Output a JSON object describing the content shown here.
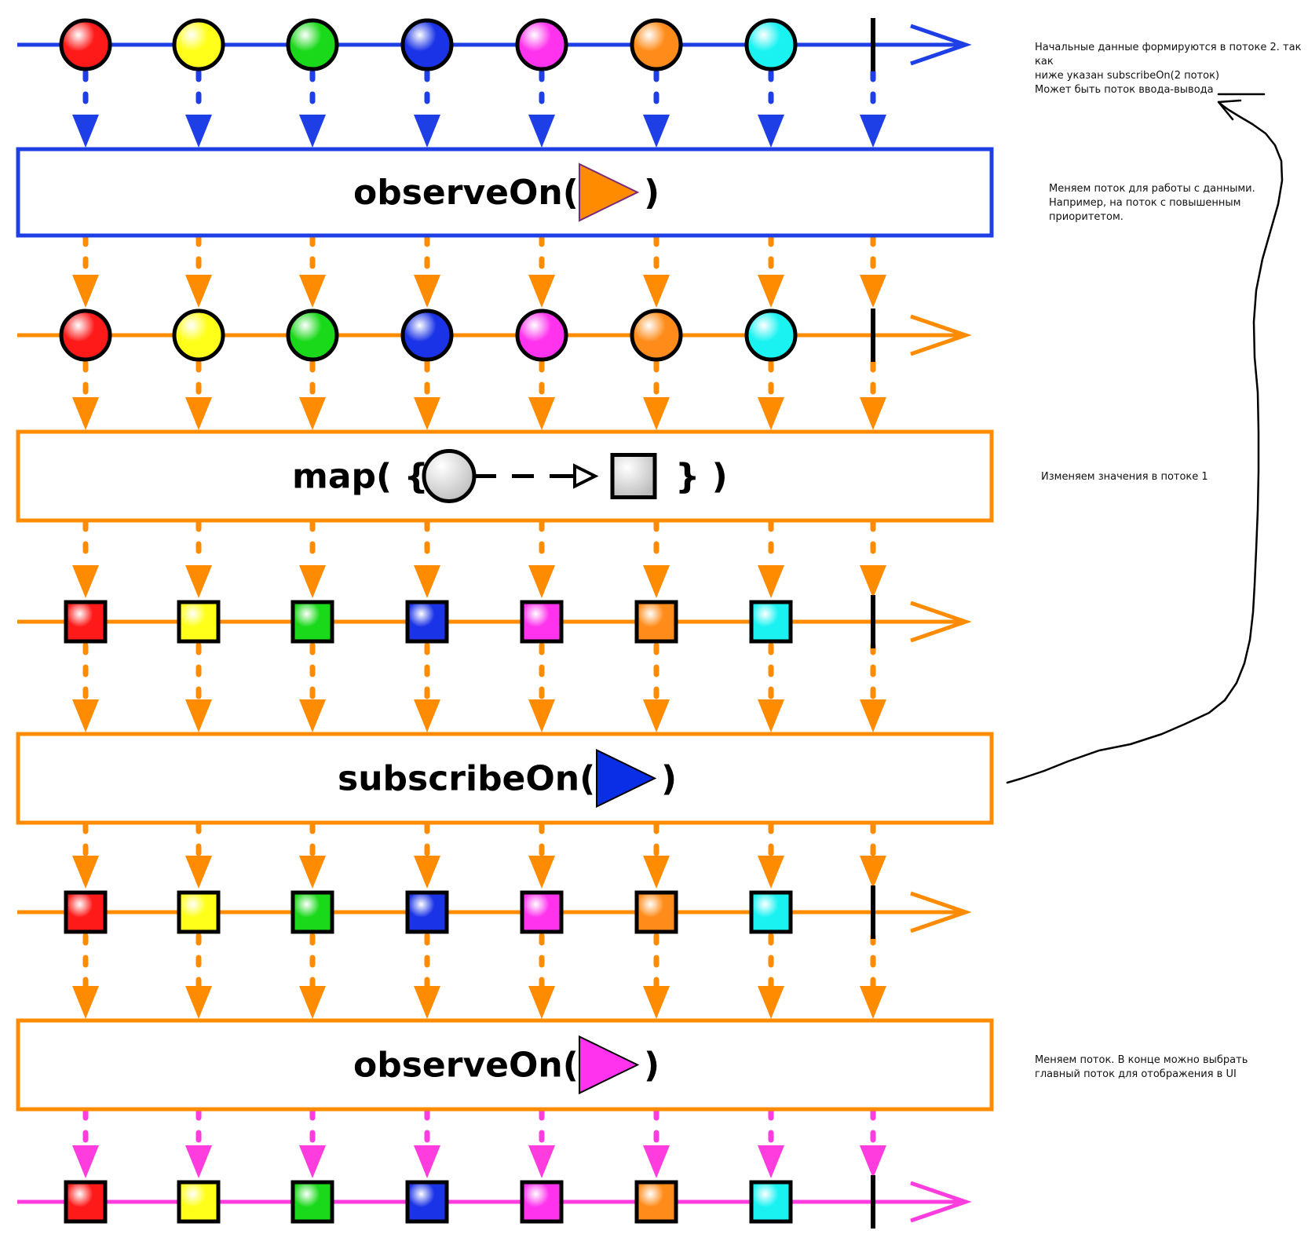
{
  "operators": [
    {
      "name": "observeOn",
      "label": "observeOn(",
      "close": ")",
      "icon": "orange-thread-triangle-icon",
      "icon_color": "#ff8c00"
    },
    {
      "name": "map",
      "label": "map( {",
      "close": "} )",
      "icon": "circle-to-square-icon"
    },
    {
      "name": "subscribeOn",
      "label": "subscribeOn(",
      "close": ")",
      "icon": "blue-thread-triangle-icon",
      "icon_color": "#0a2ee6"
    },
    {
      "name": "observeOn",
      "label": "observeOn(",
      "close": ")",
      "icon": "magenta-thread-triangle-icon",
      "icon_color": "#ff33ee"
    }
  ],
  "timelines": [
    {
      "color": "#1e3ee6",
      "marble": "circle"
    },
    {
      "color": "#ff8c00",
      "marble": "circle"
    },
    {
      "color": "#ff8c00",
      "marble": "square"
    },
    {
      "color": "#ff8c00",
      "marble": "square"
    },
    {
      "color": "#ff3dde",
      "marble": "square"
    }
  ],
  "marble_colors": [
    "#ff1a1a",
    "#ffff1a",
    "#1ad91a",
    "#1a33e6",
    "#ff33ee",
    "#ff8c1a",
    "#1af2f2"
  ],
  "notes": {
    "note1": "Начальные данные формируются в потоке 2. так как\nниже указан subscribeOn(2 поток)\n Может быть поток ввода-вывода",
    "note2": "Меняем поток для работы с данными.\nНапример, на поток с повышенным\nприоритетом.",
    "note3": "Изменяем значения в потоке 1",
    "note4": "Меняем поток. В конце можно выбрать\nглавный поток для отображения в UI"
  },
  "colors": {
    "blue": "#1e3ee6",
    "orange": "#ff8c00",
    "magenta": "#ff3dde",
    "black": "#000000"
  }
}
